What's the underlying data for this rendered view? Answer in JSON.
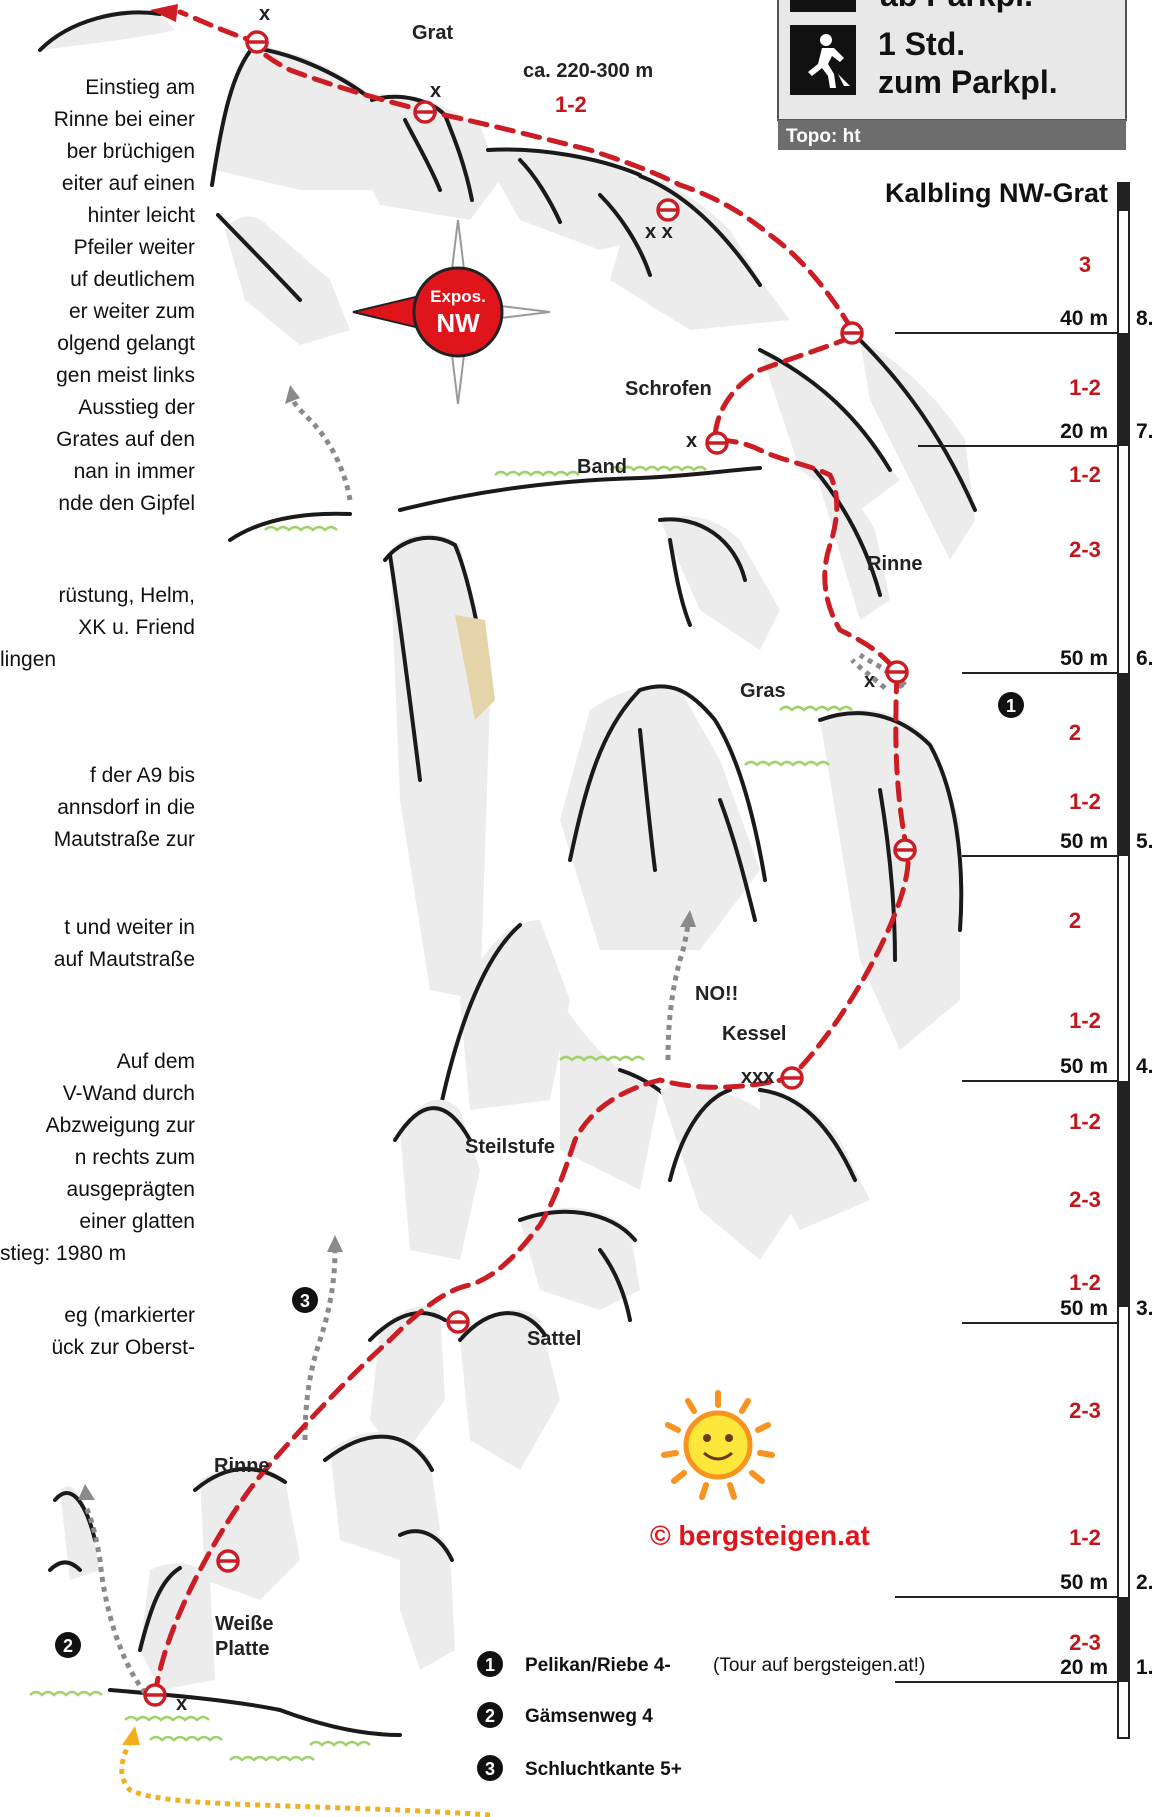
{
  "description_fragments": [
    "Einstieg am",
    "Rinne bei einer",
    "ber brüchigen",
    "eiter auf einen",
    "hinter leicht",
    "Pfeiler weiter",
    "uf deutlichem",
    "er weiter zum",
    "olgend gelangt",
    "gen meist links",
    "Ausstieg der",
    "Grates auf den",
    "nan in immer",
    "nde den Gipfel",
    "rüstung, Helm,",
    "XK u. Friend",
    "lingen",
    "f der A9 bis",
    "annsdorf in die",
    "Mautstraße zur",
    "t und weiter in",
    "auf Mautstraße",
    "Auf dem",
    "V-Wand durch",
    "Abzweigung zur",
    "n rechts zum",
    "ausgeprägten",
    "einer glatten",
    "stieg: 1980 m",
    "eg (markierter",
    "ück zur Oberst-"
  ],
  "info_box": {
    "line1": "ab Parkpl.",
    "line2a": "1 Std.",
    "line2b": "zum Parkpl.",
    "credit": "Topo: ht"
  },
  "route": {
    "title": "Kalbling NW-Grat",
    "length": "ca. 220-300 m",
    "overall_grade": "1-2"
  },
  "compass": {
    "line1": "Expos.",
    "line2": "NW"
  },
  "features": {
    "grat": "Grat",
    "schrofen": "Schrofen",
    "band": "Band",
    "rinne_upper": "Rinne",
    "gras": "Gras",
    "no": "NO!!",
    "kessel": "Kessel",
    "steilstufe": "Steilstufe",
    "sattel": "Sattel",
    "rinne_lower": "Rinne",
    "weisse_platte_1": "Weiße",
    "weisse_platte_2": "Platte"
  },
  "marks": {
    "x": "x",
    "xx": "x x",
    "xxx": "xxx"
  },
  "scale": {
    "lengths": [
      "40 m",
      "20 m",
      "50 m",
      "50 m",
      "50 m",
      "50 m",
      "20 m"
    ],
    "pitch_numbers": [
      "8.",
      "7.",
      "6.",
      "5.",
      "4.",
      "3.",
      "2.",
      "1."
    ],
    "grades": [
      "3",
      "1-2",
      "1-2",
      "2-3",
      "2",
      "1-2",
      "2",
      "1-2",
      "1-2",
      "2-3",
      "1-2",
      "2-3",
      "1-2",
      "2-3"
    ]
  },
  "copyright": "© bergsteigen.at",
  "legend": [
    {
      "num": "1",
      "name": "Pelikan/Riebe 4-",
      "note": "(Tour auf bergsteigen.at!)"
    },
    {
      "num": "2",
      "name": "Gämsenweg 4",
      "note": ""
    },
    {
      "num": "3",
      "name": "Schluchtkante 5+",
      "note": ""
    }
  ],
  "colors": {
    "route": "#cc1d24",
    "alternative": "#8a8a8a",
    "approach": "#f2b11c",
    "grass": "#9fd26a",
    "sun": "#f7931e"
  }
}
